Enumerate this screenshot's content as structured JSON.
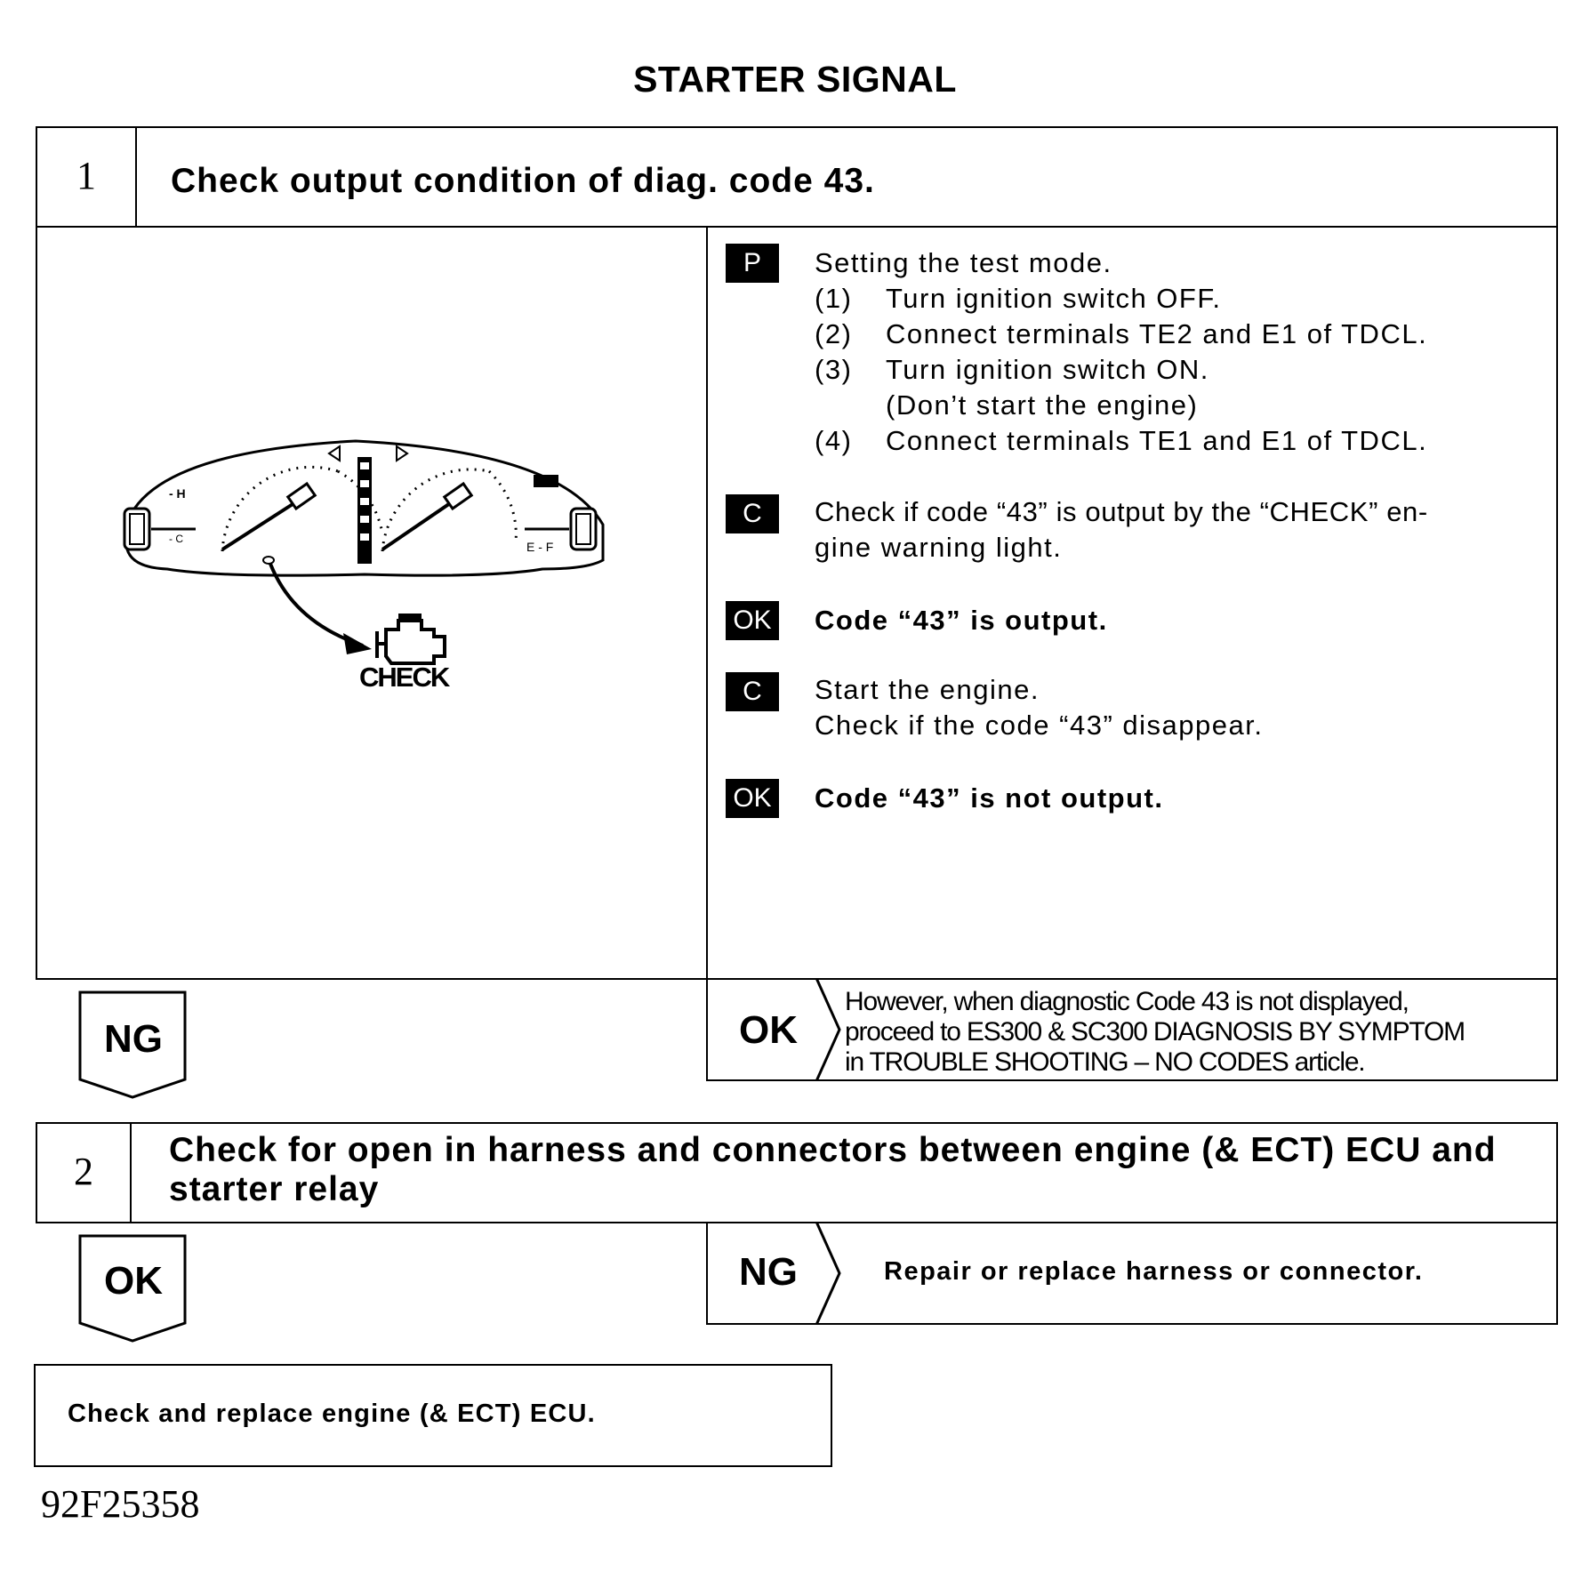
{
  "title": "STARTER SIGNAL",
  "step1": {
    "number": "1",
    "heading": "Check output condition of diag. code 43.",
    "instructions": {
      "p_badge": "P",
      "p_text": "Setting the test mode.",
      "sub": [
        {
          "num": "(1)",
          "text": "Turn ignition switch OFF."
        },
        {
          "num": "(2)",
          "text": "Connect terminals TE2 and E1 of TDCL."
        },
        {
          "num": "(3)",
          "text": "Turn ignition switch ON."
        },
        {
          "num": "",
          "text": "(Don’t start the engine)"
        },
        {
          "num": "(4)",
          "text": "Connect terminals TE1 and E1 of TDCL."
        }
      ],
      "c1_badge": "C",
      "c1_line1": "Check if code “43” is output by the “CHECK” en-",
      "c1_line2": "gine warning light.",
      "ok1_badge": "OK",
      "ok1_text": "Code “43” is output.",
      "c2_badge": "C",
      "c2_line1": "Start the engine.",
      "c2_line2": "Check if the code “43” disappear.",
      "ok2_badge": "OK",
      "ok2_text": "Code “43” is not output."
    },
    "illustration": {
      "check_label": "CHECK"
    },
    "result_ng": "NG",
    "result_ok": "OK",
    "ok_note": [
      "However, when diagnostic Code 43 is not displayed,",
      "proceed to ES300 & SC300 DIAGNOSIS BY SYMPTOM",
      "in TROUBLE SHOOTING  –  NO CODES article."
    ]
  },
  "step2": {
    "number": "2",
    "heading_line1": "Check for open in harness and connectors between engine (& ECT) ECU and",
    "heading_line2": "starter relay",
    "result_ok": "OK",
    "result_ng": "NG",
    "ng_action": "Repair or replace harness or connector."
  },
  "final_action": "Check and replace engine (& ECT) ECU.",
  "figure_id": "92F25358"
}
